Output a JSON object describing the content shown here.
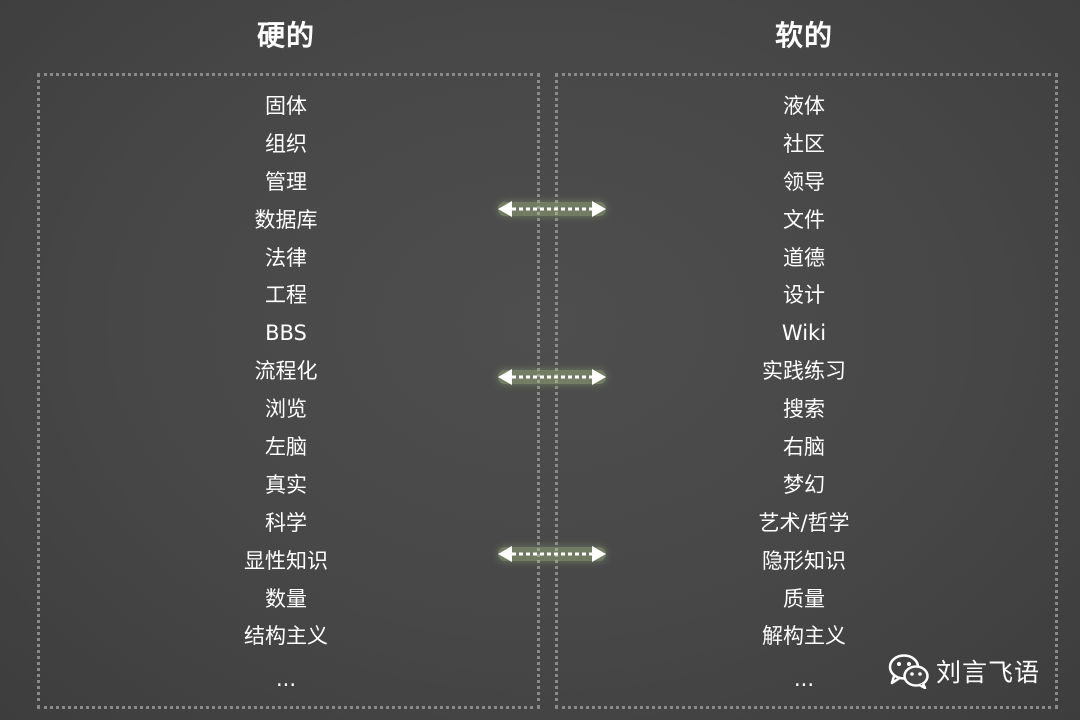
{
  "left": {
    "title": "硬的",
    "items": [
      "固体",
      "组织",
      "管理",
      "数据库",
      "法律",
      "工程",
      "BBS",
      "流程化",
      "浏览",
      "左脑",
      "真实",
      "科学",
      "显性知识",
      "数量",
      "结构主义"
    ],
    "ellipsis": "..."
  },
  "right": {
    "title": "软的",
    "items": [
      "液体",
      "社区",
      "领导",
      "文件",
      "道德",
      "设计",
      "Wiki",
      "实践练习",
      "搜索",
      "右脑",
      "梦幻",
      "艺术/哲学",
      "隐形知识",
      "质量",
      "解构主义"
    ],
    "ellipsis": "..."
  },
  "arrows": [
    {
      "icon": "double-arrow-icon",
      "connects": [
        "数据库",
        "文件"
      ]
    },
    {
      "icon": "double-arrow-icon",
      "connects": [
        "流程化",
        "实践练习"
      ]
    },
    {
      "icon": "double-arrow-icon",
      "connects": [
        "显性知识",
        "隐形知识"
      ]
    }
  ],
  "watermark": {
    "icon": "wechat-icon",
    "text": "刘言飞语"
  },
  "colors": {
    "background": "#474747",
    "panel_border": "#8a8a8a",
    "text": "#ffffff",
    "arrow_glow": "#c8e6a0"
  }
}
